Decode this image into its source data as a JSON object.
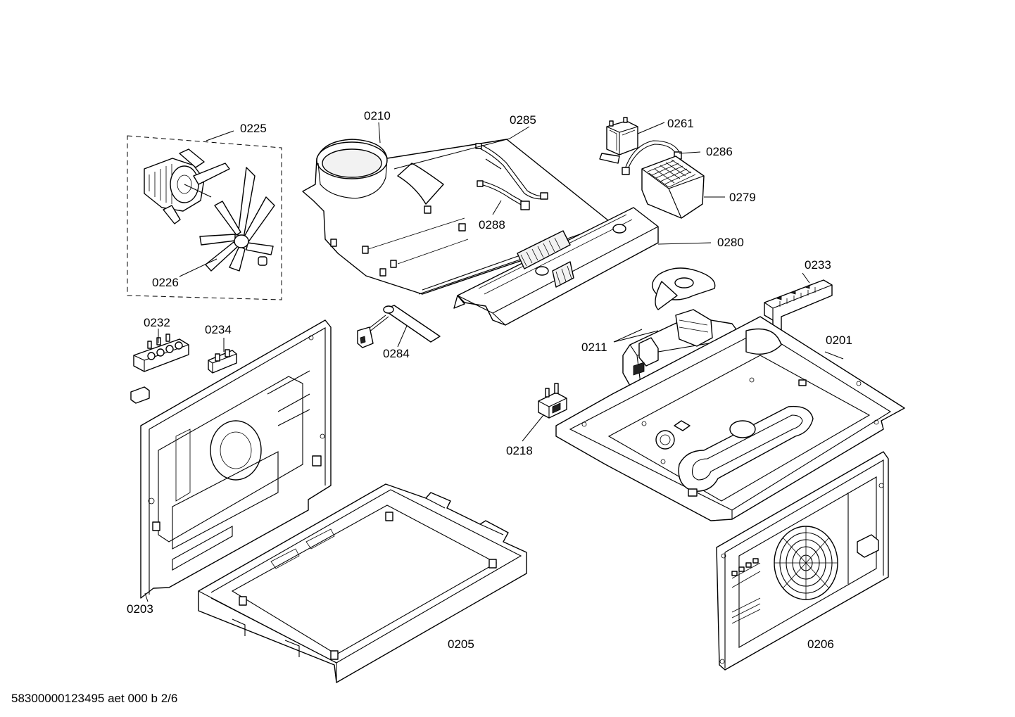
{
  "document_id": "58300000123495 aet 000 b 2/6",
  "callouts": {
    "p0225": "0225",
    "p0226": "0226",
    "p0210": "0210",
    "p0285": "0285",
    "p0288": "0288",
    "p0261": "0261",
    "p0286": "0286",
    "p0279": "0279",
    "p0280": "0280",
    "p0233": "0233",
    "p0232": "0232",
    "p0234": "0234",
    "p0284": "0284",
    "p0211": "0211",
    "p0201": "0201",
    "p0218": "0218",
    "p0203": "0203",
    "p0205": "0205",
    "p0206": "0206"
  }
}
